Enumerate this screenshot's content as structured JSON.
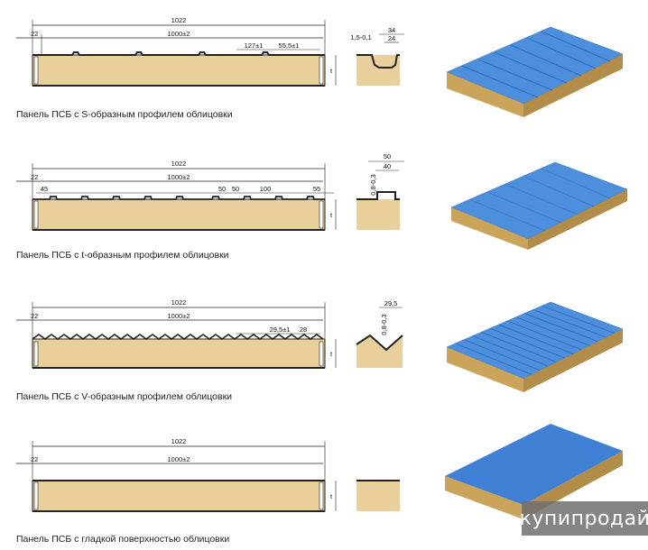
{
  "colors": {
    "core": "#e8cf9c",
    "blue": "#4d8fdc",
    "wool": "#c9a45a",
    "line": "#222222"
  },
  "panels": [
    {
      "profile": "S",
      "caption": "Панель ПСБ с S-образным профилем облицовки",
      "total": "1022",
      "inner": "1000±2",
      "edge": "22",
      "dims": [
        "127±1",
        "55,5±1"
      ],
      "profile_dims": [
        "1,5-0,1",
        "34",
        "24"
      ],
      "thickness": "t"
    },
    {
      "profile": "t",
      "caption": "Панель ПСБ с t-образным профилем облицовки",
      "total": "1022",
      "inner": "1000±2",
      "edge": "22",
      "dims": [
        "45",
        "50",
        "50",
        "100",
        "55"
      ],
      "profile_dims": [
        "50",
        "40",
        "0,8-0,3"
      ],
      "thickness": "t"
    },
    {
      "profile": "V",
      "caption": "Панель ПСБ с V-образным профилем облицовки",
      "total": "1022",
      "inner": "1000±2",
      "edge": "22",
      "dims": [
        "29,5±1",
        "28"
      ],
      "profile_dims": [
        "29,5",
        "0,8-0,3"
      ],
      "thickness": "t"
    },
    {
      "profile": "smooth",
      "caption": "Панель ПСБ с гладкой поверхностью облицовки",
      "total": "1022",
      "inner": "1000±2",
      "edge": "22",
      "dims": [],
      "profile_dims": [],
      "thickness": "t"
    }
  ],
  "watermark": "купипродай"
}
